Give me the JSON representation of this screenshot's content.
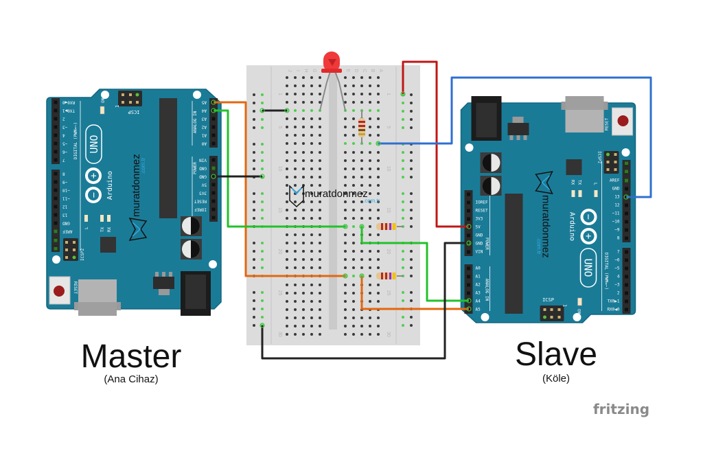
{
  "labels": {
    "master_title": "Master",
    "master_subtitle": "(Ana Cihaz)",
    "slave_title": "Slave",
    "slave_subtitle": "(Köle)",
    "watermark": "fritzing"
  },
  "breadboard": {
    "logo_text": "muratdonmez",
    "logo_suffix": ".com.tr",
    "left_columns": [
      "J",
      "I",
      "H",
      "G",
      "F"
    ],
    "right_columns": [
      "E",
      "D",
      "C",
      "B",
      "A"
    ],
    "row_labels": [
      "1",
      "5",
      "10",
      "15",
      "20",
      "25",
      "30"
    ]
  },
  "arduino": {
    "model": "UNO",
    "brand": "Arduino",
    "logo_text": "muratdonmez",
    "logo_suffix": ".com.tr",
    "digital_label": "DIGITAL (PWM=~)",
    "analog_label": "ANALOG IN",
    "power_label": "POWER",
    "icsp_label": "ICSP",
    "icsp2_label": "ICSP2",
    "icsp_pin1": "1",
    "reset_label": "RESET",
    "on_label": "ON",
    "leds": [
      "L",
      "TX",
      "RX"
    ],
    "digital_pins_low": [
      "RX0◀0",
      "TX0▶1",
      "2",
      "~3",
      "4",
      "~5",
      "~6",
      "7"
    ],
    "digital_pins_high": [
      "8",
      "~9",
      "~10",
      "~11",
      "12",
      "13",
      "GND",
      "AREF"
    ],
    "analog_pins": [
      "A5",
      "A4",
      "A3",
      "A2",
      "A1",
      "A0"
    ],
    "power_pins": [
      "VIN",
      "GND",
      "GND",
      "5V",
      "3V3",
      "RESET",
      "IOREF"
    ]
  },
  "colors": {
    "board": "#1a7b97",
    "wire_orange": "#e4670f",
    "wire_green": "#22c12a",
    "wire_black": "#222222",
    "wire_red": "#c21515",
    "wire_blue": "#2f6fcf",
    "led_red": "#f0393b",
    "logo_blue": "#35a9e0"
  }
}
